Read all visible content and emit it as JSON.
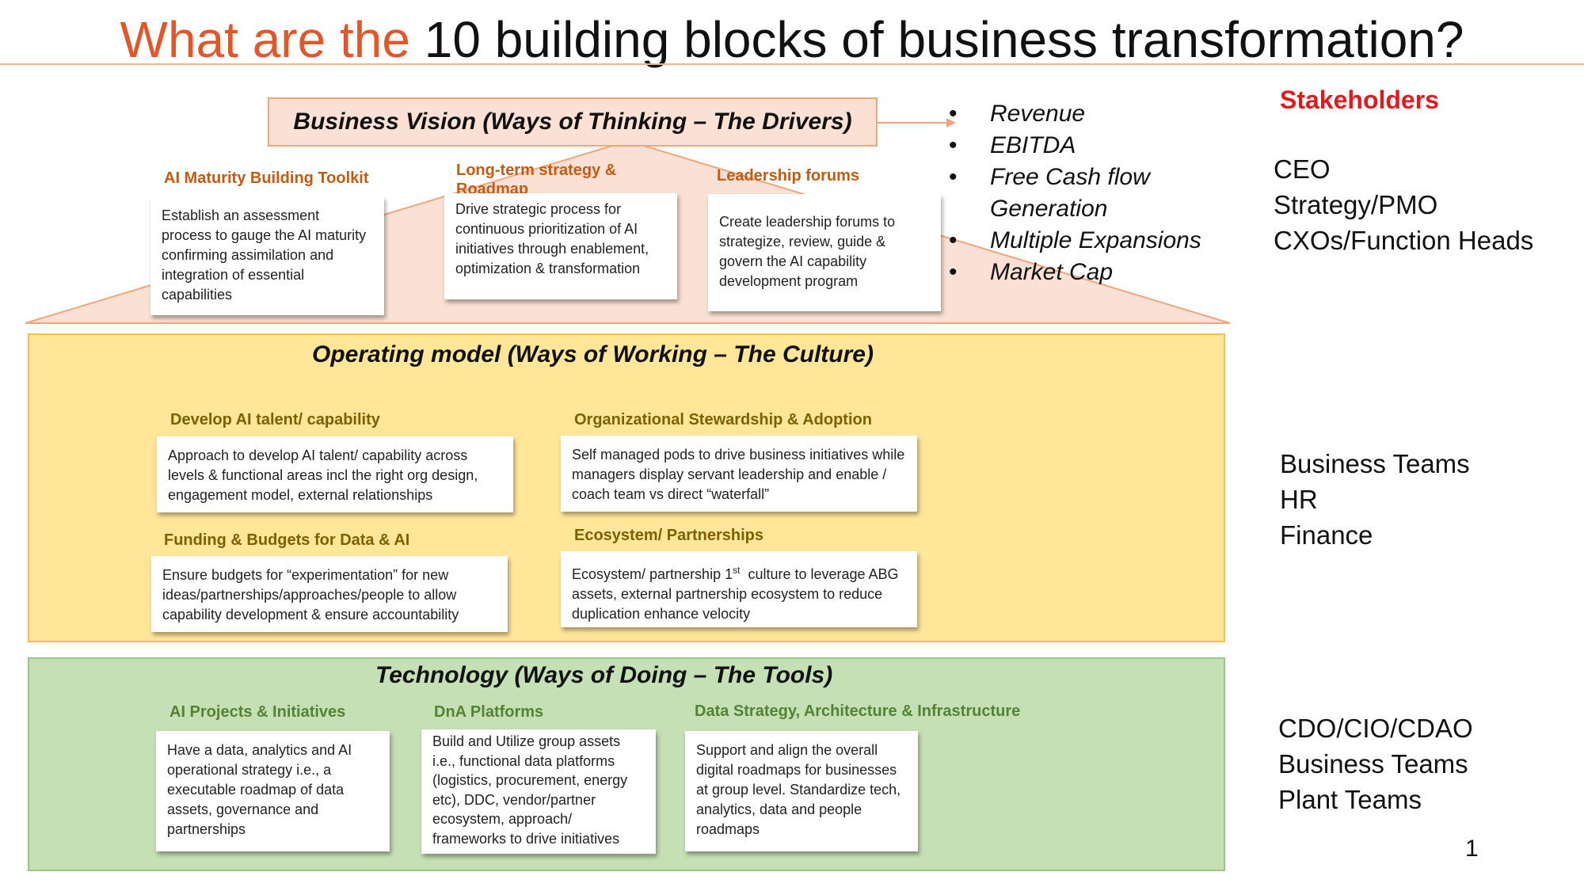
{
  "title": {
    "accent": "What are the",
    "rest": " 10 building blocks of business transformation?"
  },
  "vision": {
    "label": "Business Vision (Ways of Thinking – The Drivers)",
    "blocks": [
      {
        "heading": "AI Maturity Building Toolkit",
        "text": "Establish an assessment process to gauge the AI maturity confirming assimilation and integration of essential capabilities"
      },
      {
        "heading": "Long-term strategy & Roadmap",
        "text": "Drive strategic process for continuous prioritization of AI initiatives through enablement, optimization & transformation"
      },
      {
        "heading": "Leadership forums",
        "text": "Create leadership forums to strategize, review, guide & govern the AI capability development program"
      }
    ]
  },
  "drivers": [
    "Revenue",
    "EBITDA",
    "Free Cash flow Generation",
    "Multiple Expansions",
    "Market Cap"
  ],
  "bullet_char": "•",
  "operating": {
    "label": "Operating model (Ways of Working – The Culture)",
    "blocks": [
      {
        "heading": "Develop AI talent/ capability",
        "text": "Approach to develop AI talent/ capability across levels & functional areas incl the right org design, engagement model, external relationships"
      },
      {
        "heading": "Organizational Stewardship & Adoption",
        "text": "Self managed pods to drive business initiatives while managers display servant leadership and enable / coach team vs direct “waterfall”"
      },
      {
        "heading": "Funding & Budgets for Data & AI",
        "text": "Ensure budgets for “experimentation” for new ideas/partnerships/approaches/people to allow capability development & ensure accountability"
      },
      {
        "heading": "Ecosystem/ Partnerships",
        "text_before": "Ecosystem/ partnership 1",
        "text_sup": "st",
        "text_after": "  culture to leverage ABG assets, external partnership ecosystem to reduce duplication enhance velocity"
      }
    ]
  },
  "technology": {
    "label": "Technology (Ways of Doing – The Tools)",
    "blocks": [
      {
        "heading": "AI Projects & Initiatives",
        "text": "Have a data, analytics and AI operational strategy i.e., a executable roadmap of data assets, governance and partnerships"
      },
      {
        "heading": "DnA Platforms",
        "text": "Build and Utilize group assets i.e., functional data platforms (logistics, procurement, energy etc), DDC, vendor/partner ecosystem, approach/ frameworks to drive initiatives"
      },
      {
        "heading": "Data Strategy, Architecture & Infrastructure",
        "text": "Support and align the overall digital roadmaps for businesses at group level. Standardize tech, analytics, data and people roadmaps"
      }
    ]
  },
  "stakeholders": {
    "title": "Stakeholders",
    "vision": [
      "CEO",
      "Strategy/PMO",
      "CXOs/Function Heads"
    ],
    "operating": [
      "Business Teams",
      "HR",
      "Finance"
    ],
    "technology": [
      "CDO/CIO/CDAO",
      "Business Teams",
      "Plant Teams"
    ]
  },
  "page_number": "1",
  "colors": {
    "title_accent": "#e2572a",
    "vision_fill": "#fbe1d3",
    "operating_fill": "#ffe699",
    "technology_fill": "#c5e0b4",
    "stakeholders_title": "#e31a1c"
  }
}
